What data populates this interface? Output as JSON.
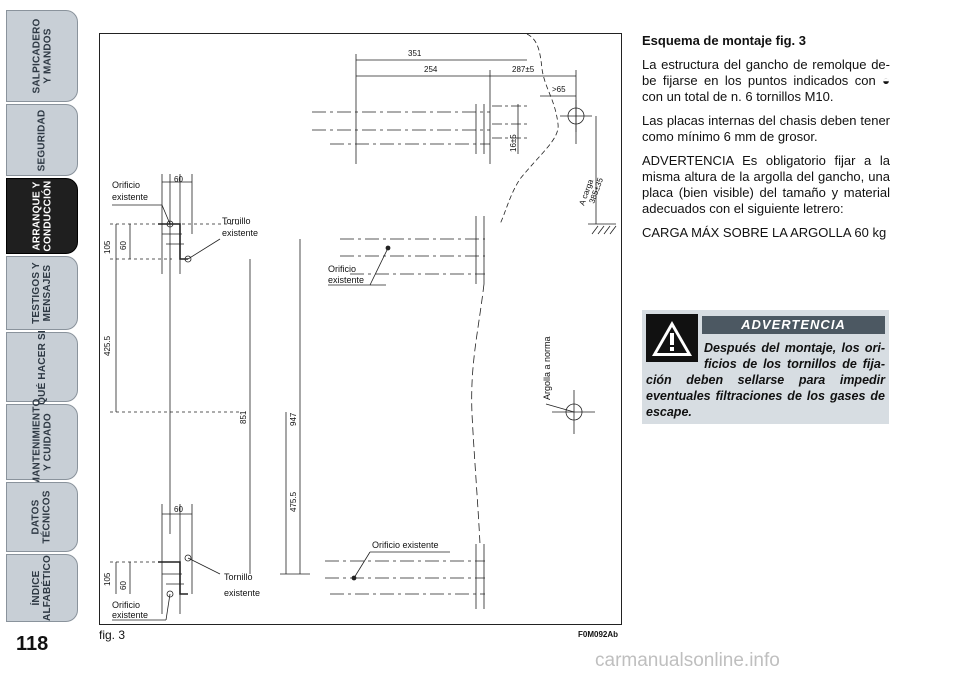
{
  "sidebar": {
    "tabs": [
      {
        "label": "SALPICADERO\nY MANDOS",
        "active": false
      },
      {
        "label": "SEGURIDAD",
        "active": false
      },
      {
        "label": "ARRANQUE Y\nCONDUCCIÓN",
        "active": true
      },
      {
        "label": "TESTIGOS Y\nMENSAJES",
        "active": false
      },
      {
        "label": "QUÉ HACER SI",
        "active": false
      },
      {
        "label": "MANTENIMIENTO\nY CUIDADO",
        "active": false
      },
      {
        "label": "DATOS\nTÉCNICOS",
        "active": false
      },
      {
        "label": "ÍNDICE\nALFABÉTICO",
        "active": false
      }
    ]
  },
  "page_number": "118",
  "figure": {
    "caption": "fig. 3",
    "code": "F0M092Ab",
    "labels": {
      "d351": "351",
      "d254": "254",
      "d287": "287±5",
      "d65": ">65",
      "d16": "16±5",
      "carga1": "A carga",
      "carga2": "385±35",
      "orificio1a": "Orificio",
      "orificio1b": "existente",
      "d60a": "60",
      "tornillo1a": "Tornillo",
      "tornillo1b": "existente",
      "d105a": "105",
      "d60b": "60",
      "orificio2a": "Orificio",
      "orificio2b": "existente",
      "d425": "425.5",
      "d851": "851",
      "d947": "947",
      "argolla": "Argolla a norma",
      "d475": "475.5",
      "orificio3": "Orificio existente",
      "d60c": "60",
      "d105b": "105",
      "d60d": "60",
      "tornillo2a": "Tornillo",
      "tornillo2b": "existente",
      "orificio4a": "Orificio",
      "orificio4b": "existente"
    }
  },
  "content": {
    "heading": "Esquema de montaje fig. 3",
    "p1a": "La estructura del gancho de remolque de-be fijarse en los puntos indicados con",
    "p1b": "con un total de n. 6 tornillos M10.",
    "p2": "Las placas internas del chasis deben tener como mínimo 6 mm de grosor.",
    "p3": "ADVERTENCIA Es obligatorio fijar a la misma altura de la argolla del gancho, una placa (bien visible) del tamaño y material adecuados con el siguiente letrero:",
    "p4": "CARGA MÁX SOBRE LA ARGOLLA 60 kg"
  },
  "warning": {
    "title": "ADVERTENCIA",
    "text": "Después del montaje, los ori-ficios de los tornillos de fija-ción deben sellarse para impedir eventuales filtraciones de los gases de escape."
  },
  "watermark": "carmanualsonline.info",
  "colors": {
    "tab_bg": "#c8cfd6",
    "tab_active_bg": "#1f1f1f",
    "warn_bg": "#d7dde2",
    "warn_title_bg": "#4c5862"
  }
}
